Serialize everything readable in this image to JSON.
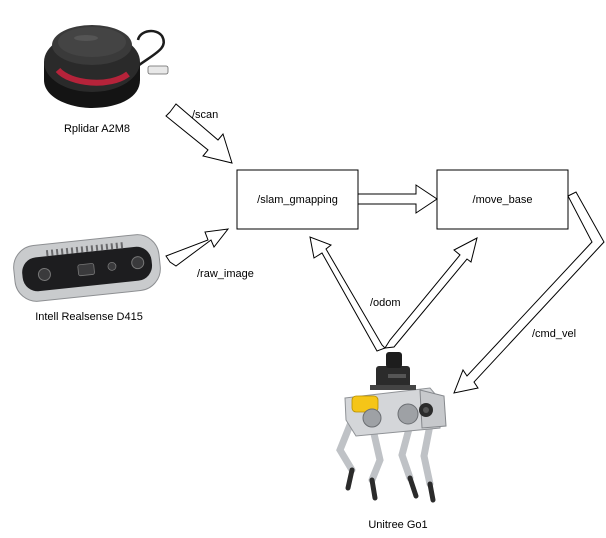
{
  "nodes": {
    "slam": "/slam_gmapping",
    "move_base": "/move_base"
  },
  "edges": {
    "scan": "/scan",
    "raw_image": "/raw_image",
    "odom": "/odom",
    "cmd_vel": "/cmd_vel"
  },
  "devices": {
    "lidar": "Rplidar A2M8",
    "camera": "Intell Realsense D415",
    "robot": "Unitree Go1"
  },
  "colors": {
    "line": "#000000",
    "fill": "#ffffff",
    "robot_gray": "#bfc2c6",
    "robot_dark": "#2b2b2b",
    "robot_accent": "#f5c518",
    "lidar_body": "#1c1c1c",
    "lidar_ring": "#b5233a"
  }
}
